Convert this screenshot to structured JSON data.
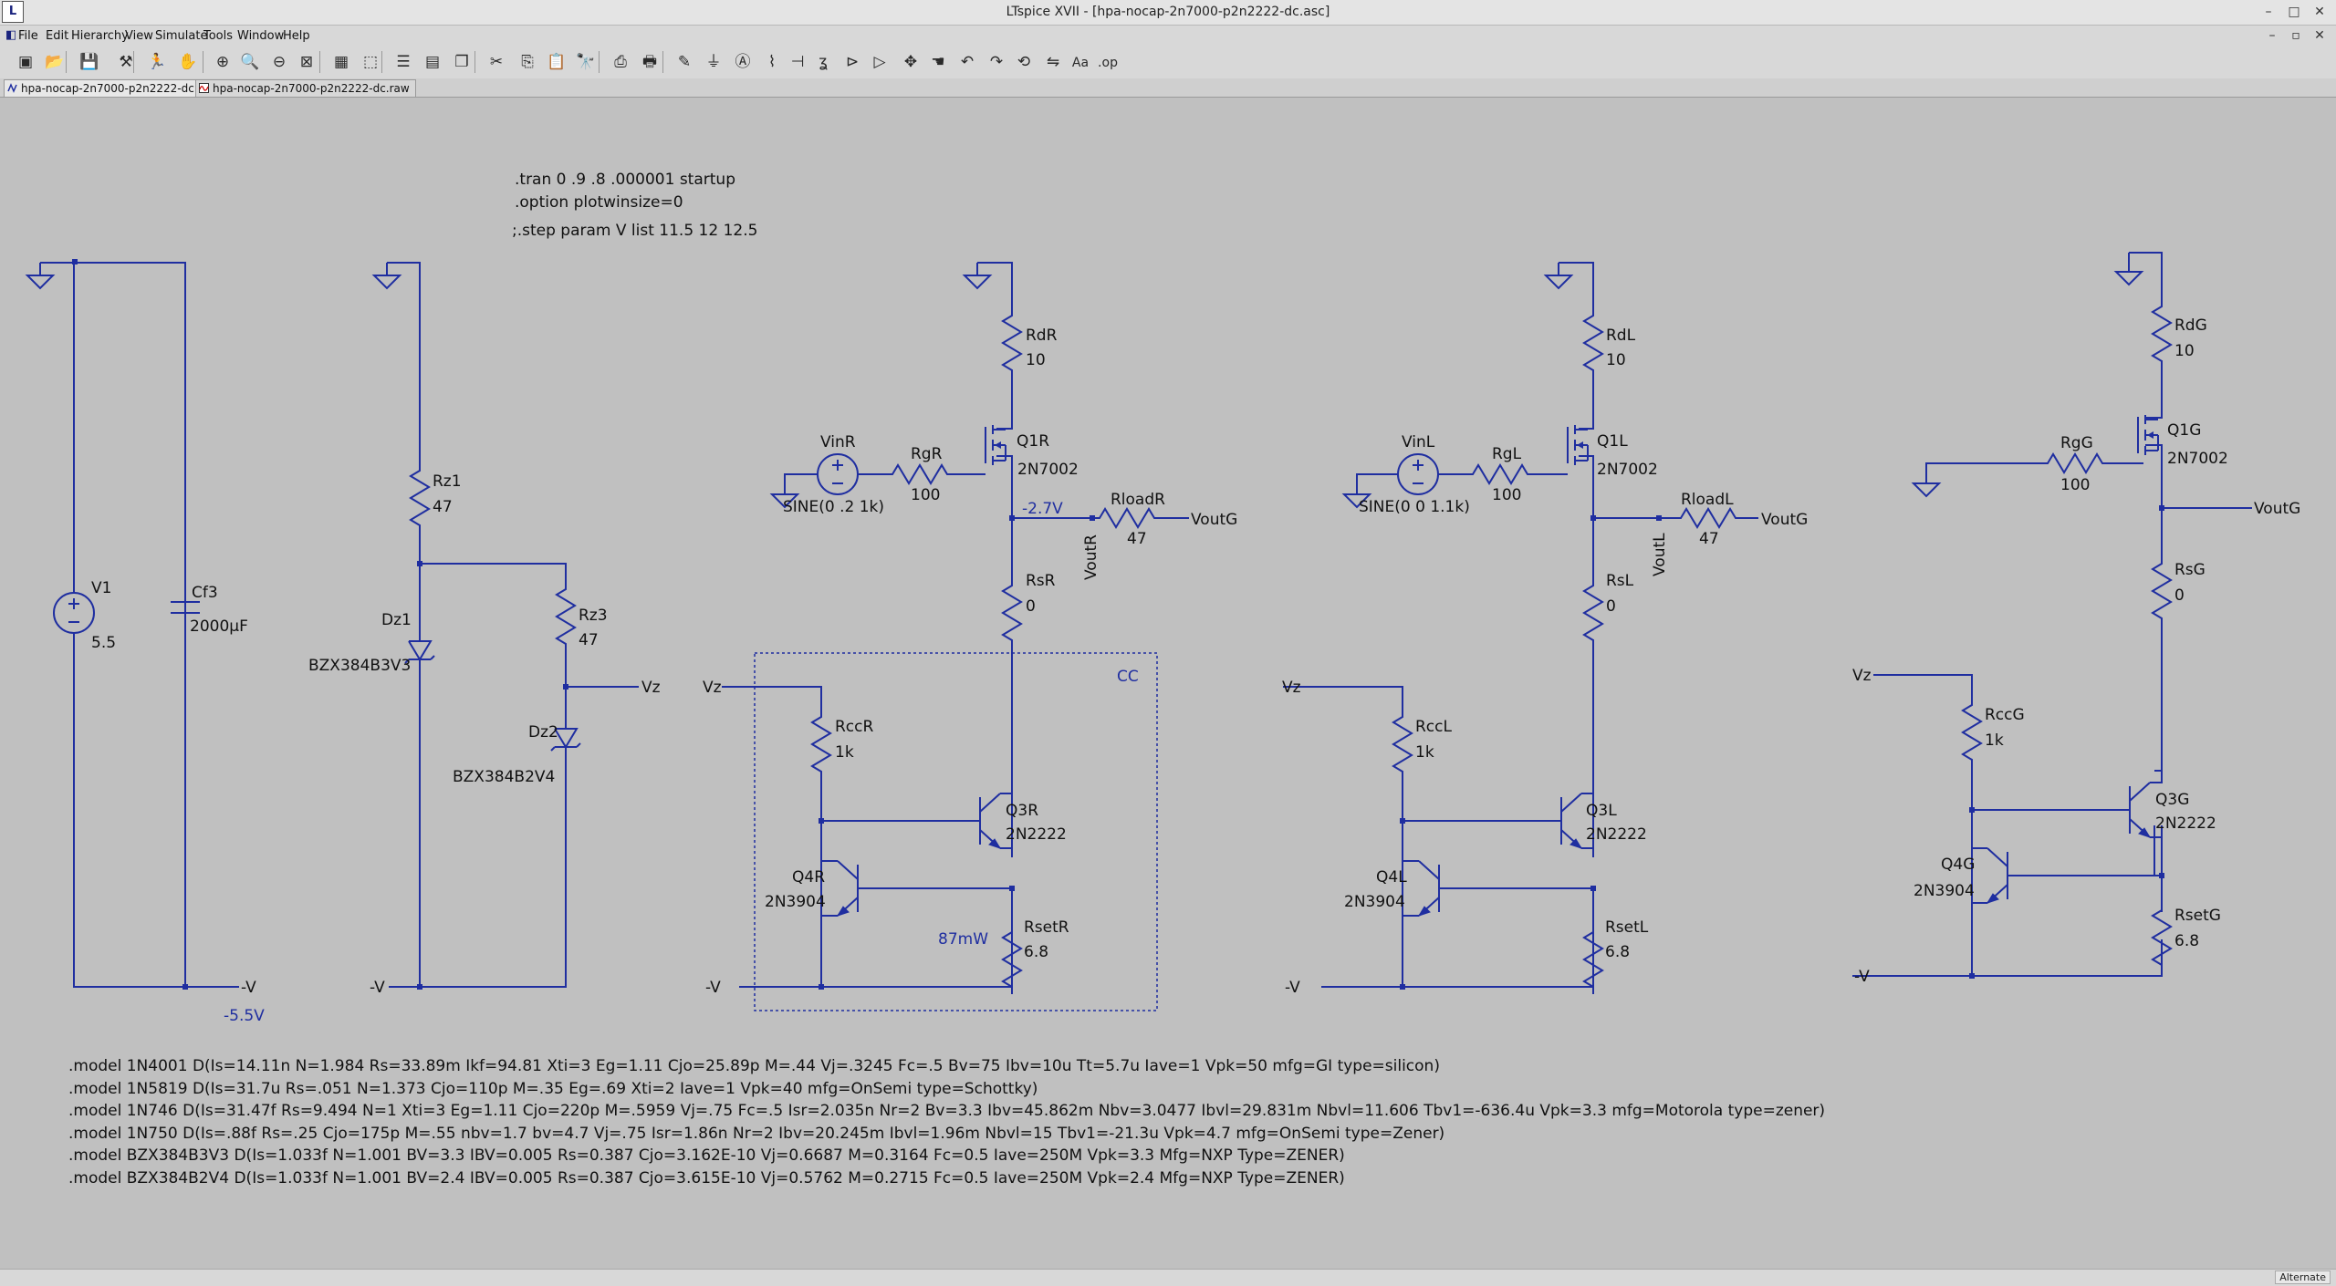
{
  "window": {
    "title": "LTspice XVII - [hpa-nocap-2n7000-p2n2222-dc.asc]",
    "app_icon": "ltspice-icon",
    "minimize": "–",
    "maximize": "□",
    "close": "✕",
    "child_minimize": "–",
    "child_restore": "▫",
    "child_close": "✕"
  },
  "menu": [
    "File",
    "Edit",
    "Hierarchy",
    "View",
    "Simulate",
    "Tools",
    "Window",
    "Help"
  ],
  "tabs": [
    {
      "label": "hpa-nocap-2n7000-p2n2222-dc.asc",
      "icon": "schematic-icon",
      "active": true
    },
    {
      "label": "hpa-nocap-2n7000-p2n2222-dc.raw",
      "icon": "waveform-icon",
      "active": false
    }
  ],
  "toolbar": [
    {
      "name": "new-schematic-icon",
      "glyph": "▣"
    },
    {
      "name": "open-icon",
      "glyph": "📂"
    },
    {
      "name": "save-icon",
      "glyph": "💾"
    },
    {
      "name": "control-panel-icon",
      "glyph": "⚒"
    },
    {
      "name": "run-icon",
      "glyph": "🏃"
    },
    {
      "name": "halt-icon",
      "glyph": "✋"
    },
    {
      "name": "zoom-in-icon",
      "glyph": "⊕"
    },
    {
      "name": "pan-icon",
      "glyph": "🔍"
    },
    {
      "name": "zoom-out-icon",
      "glyph": "⊖"
    },
    {
      "name": "zoom-fit-icon",
      "glyph": "⊠"
    },
    {
      "name": "autorange-icon",
      "glyph": "▦"
    },
    {
      "name": "zoom-area-icon",
      "glyph": "⬚"
    },
    {
      "name": "tile-horizontal-icon",
      "glyph": "☰"
    },
    {
      "name": "tile-vertical-icon",
      "glyph": "▤"
    },
    {
      "name": "cascade-icon",
      "glyph": "❐"
    },
    {
      "name": "cut-icon",
      "glyph": "✂"
    },
    {
      "name": "copy-icon",
      "glyph": "⎘"
    },
    {
      "name": "paste-icon",
      "glyph": "📋"
    },
    {
      "name": "find-icon",
      "glyph": "🔭"
    },
    {
      "name": "print-setup-icon",
      "glyph": "⎙"
    },
    {
      "name": "print-icon",
      "glyph": "🖶"
    },
    {
      "name": "draw-wire-icon",
      "glyph": "✎"
    },
    {
      "name": "ground-icon",
      "glyph": "⏚"
    },
    {
      "name": "label-net-icon",
      "glyph": "Ⓐ"
    },
    {
      "name": "resistor-icon",
      "glyph": "⌇"
    },
    {
      "name": "capacitor-icon",
      "glyph": "⊣"
    },
    {
      "name": "inductor-icon",
      "glyph": "ʓ"
    },
    {
      "name": "diode-icon",
      "glyph": "⊳"
    },
    {
      "name": "component-icon",
      "glyph": "▷"
    },
    {
      "name": "move-icon",
      "glyph": "✥"
    },
    {
      "name": "drag-icon",
      "glyph": "☚"
    },
    {
      "name": "undo-icon",
      "glyph": "↶"
    },
    {
      "name": "redo-icon",
      "glyph": "↷"
    },
    {
      "name": "rotate-icon",
      "glyph": "⟲"
    },
    {
      "name": "mirror-icon",
      "glyph": "⇋"
    },
    {
      "name": "text-icon",
      "glyph": "Aa"
    },
    {
      "name": "spice-directive-icon",
      "glyph": ".op"
    }
  ],
  "directives": {
    "tran": ".tran 0 .9 .8 .000001 startup",
    "option": ".option plotwinsize=0",
    "step": ";.step param V list 11.5 12 12.5"
  },
  "models": [
    ".model 1N4001 D(Is=14.11n N=1.984 Rs=33.89m Ikf=94.81 Xti=3 Eg=1.11 Cjo=25.89p M=.44 Vj=.3245 Fc=.5 Bv=75 Ibv=10u Tt=5.7u Iave=1 Vpk=50 mfg=GI type=silicon)",
    ".model 1N5819 D(Is=31.7u Rs=.051 N=1.373 Cjo=110p M=.35 Eg=.69 Xti=2 Iave=1 Vpk=40 mfg=OnSemi type=Schottky)",
    ".model 1N746 D(Is=31.47f Rs=9.494 N=1 Xti=3 Eg=1.11 Cjo=220p M=.5959 Vj=.75 Fc=.5 Isr=2.035n Nr=2 Bv=3.3 Ibv=45.862m Nbv=3.0477 Ibvl=29.831m Nbvl=11.606 Tbv1=-636.4u Vpk=3.3 mfg=Motorola type=zener)",
    ".model 1N750 D(Is=.88f Rs=.25 Cjo=175p M=.55 nbv=1.7 bv=4.7 Vj=.75 Isr=1.86n Nr=2 Ibv=20.245m Ibvl=1.96m Nbvl=15 Tbv1=-21.3u Vpk=4.7 mfg=OnSemi type=Zener)",
    ".model BZX384B3V3 D(Is=1.033f N=1.001 BV=3.3 IBV=0.005 Rs=0.387 Cjo=3.162E-10 Vj=0.6687 M=0.3164 Fc=0.5 Iave=250M Vpk=3.3 Mfg=NXP Type=ZENER)",
    ".model BZX384B2V4 D(Is=1.033f N=1.001 BV=2.4 IBV=0.005 Rs=0.387 Cjo=3.615E-10 Vj=0.5762 M=0.2715 Fc=0.5 Iave=250M Vpk=2.4 Mfg=NXP Type=ZENER)"
  ],
  "supply": {
    "v1": {
      "name": "V1",
      "value": "5.5"
    },
    "cf3": {
      "name": "Cf3",
      "value": "2000µF"
    },
    "neg_label": "-V",
    "neg_voltage": "-5.5V"
  },
  "zener": {
    "rz1": {
      "name": "Rz1",
      "value": "47"
    },
    "rz3": {
      "name": "Rz3",
      "value": "47"
    },
    "dz1": {
      "name": "Dz1",
      "value": "BZX384B3V3"
    },
    "dz2": {
      "name": "Dz2",
      "value": "BZX384B2V4"
    },
    "vz_label": "Vz",
    "neg_label": "-V"
  },
  "stage_r": {
    "rd": {
      "name": "RdR",
      "value": "10"
    },
    "q1": {
      "name": "Q1R",
      "value": "2N7002"
    },
    "vin": {
      "name": "VinR",
      "value": "SINE(0 .2 1k)"
    },
    "rg": {
      "name": "RgR",
      "value": "100"
    },
    "source_voltage": "-2.7V",
    "rload": {
      "name": "RloadR",
      "value": "47"
    },
    "vout_label": "VoutG",
    "vout_node": "VoutR",
    "rs": {
      "name": "RsR",
      "value": "0"
    },
    "cc_label": "CC",
    "vz_label": "Vz",
    "rcc": {
      "name": "RccR",
      "value": "1k"
    },
    "q3": {
      "name": "Q3R",
      "value": "2N2222"
    },
    "q4": {
      "name": "Q4R",
      "value": "2N3904"
    },
    "power": "87mW",
    "rset": {
      "name": "RsetR",
      "value": "6.8"
    },
    "neg_label": "-V"
  },
  "stage_l": {
    "rd": {
      "name": "RdL",
      "value": "10"
    },
    "q1": {
      "name": "Q1L",
      "value": "2N7002"
    },
    "vin": {
      "name": "VinL",
      "value": "SINE(0 0 1.1k)"
    },
    "rg": {
      "name": "RgL",
      "value": "100"
    },
    "rload": {
      "name": "RloadL",
      "value": "47"
    },
    "vout_label": "VoutG",
    "vout_node": "VoutL",
    "rs": {
      "name": "RsL",
      "value": "0"
    },
    "vz_label": "Vz",
    "rcc": {
      "name": "RccL",
      "value": "1k"
    },
    "q3": {
      "name": "Q3L",
      "value": "2N2222"
    },
    "q4": {
      "name": "Q4L",
      "value": "2N3904"
    },
    "rset": {
      "name": "RsetL",
      "value": "6.8"
    },
    "neg_label": "-V"
  },
  "stage_g": {
    "rd": {
      "name": "RdG",
      "value": "10"
    },
    "q1": {
      "name": "Q1G",
      "value": "2N7002"
    },
    "rg": {
      "name": "RgG",
      "value": "100"
    },
    "vout_label": "VoutG",
    "rs": {
      "name": "RsG",
      "value": "0"
    },
    "vz_label": "Vz",
    "rcc": {
      "name": "RccG",
      "value": "1k"
    },
    "q3": {
      "name": "Q3G",
      "value": "2N2222"
    },
    "q4": {
      "name": "Q4G",
      "value": "2N3904"
    },
    "rset": {
      "name": "RsetG",
      "value": "6.8"
    },
    "neg_label": "-V"
  },
  "status": {
    "text": "Alternate"
  },
  "colors": {
    "wire": "#1f2ea0",
    "background": "#c0c0c0"
  }
}
